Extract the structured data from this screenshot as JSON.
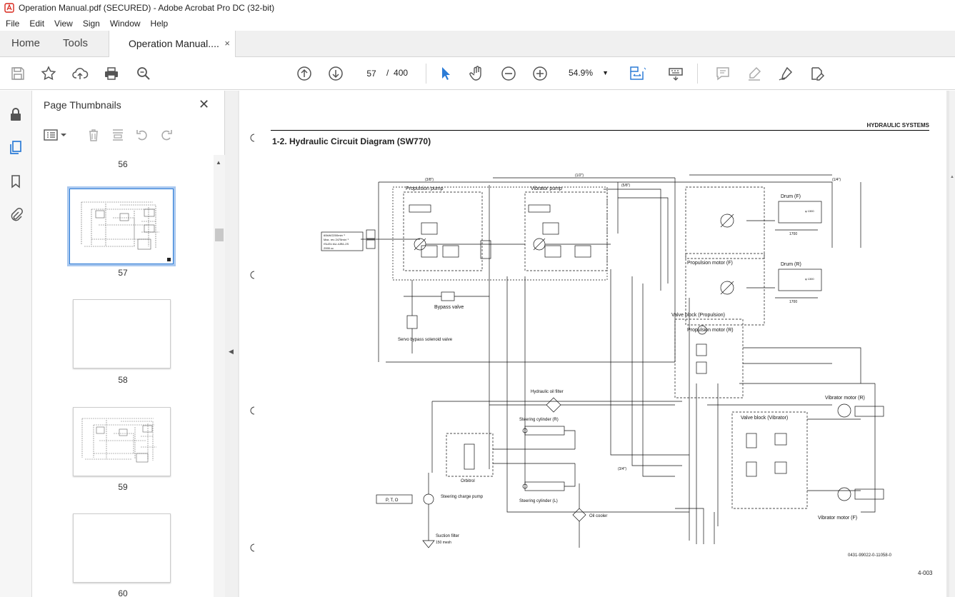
{
  "window": {
    "title": "Operation Manual.pdf (SECURED) - Adobe Acrobat Pro DC (32-bit)"
  },
  "menu": [
    "File",
    "Edit",
    "View",
    "Sign",
    "Window",
    "Help"
  ],
  "tabs": {
    "home": "Home",
    "tools": "Tools",
    "document": "Operation Manual....",
    "close": "×"
  },
  "toolbar": {
    "current_page": "57",
    "page_separator": "/",
    "total_pages": "400",
    "zoom": "54.9%"
  },
  "panel": {
    "title": "Page Thumbnails",
    "close": "✕",
    "thumbnails": [
      {
        "label": "56"
      },
      {
        "label": "57",
        "selected": true
      },
      {
        "label": "58"
      },
      {
        "label": "59"
      },
      {
        "label": "60"
      }
    ]
  },
  "document": {
    "header": "HYDRAULIC SYSTEMS",
    "title": "1-2. Hydraulic Circuit Diagram (SW770)",
    "doc_number": "0431-99022-0-11058-0",
    "page_number": "4-003",
    "labels": {
      "propulsion_pump": "Propulsion pump",
      "vibrator_pump": "Vibrator pump",
      "drum_f": "Drum (F)",
      "drum_r": "Drum (R)",
      "propulsion_motor_f": "Propulsion motor (F)",
      "propulsion_motor_r": "Propulsion motor (R)",
      "valve_block_propulsion": "Valve block (Propulsion)",
      "valve_block_vibrator": "Valve block (Vibrator)",
      "vibrator_motor_r": "Vibrator motor (R)",
      "vibrator_motor_f": "Vibrator motor (F)",
      "bypass_valve": "Bypass valve",
      "servo_bypass": "Servo bypass solenoid valve",
      "hydraulic_oil_filter": "Hydraulic oil filter",
      "steering_cyl_r": "Steering cylinder (R)",
      "steering_cyl_l": "Steering cylinder (L)",
      "orbitrol": "Orbitrol",
      "steering_charge_pump": "Steering charge pump",
      "pto": "P, T, O",
      "oil_cooler": "Oil cooler",
      "suction_filter": "Suction filter",
      "mesh": "150 mesh",
      "engine_note1": "60kW/2200min⁻¹",
      "engine_note2": "Max. rev 2475min⁻¹",
      "engine_note3": "ISUZU AU-4JB1-2S",
      "engine_note4": "2999 cc",
      "pipe_12": "(1/2\")",
      "pipe_38": "(3/8\")",
      "pipe_14": "(1/4\")",
      "pipe_58": "(5/8\")",
      "pipe_34": "(3/4\")",
      "dim_1700": "1700",
      "dim_1300": "φ 1300"
    }
  },
  "colors": {
    "accent": "#2b7bd6",
    "acrobat_red": "#d7261b"
  }
}
